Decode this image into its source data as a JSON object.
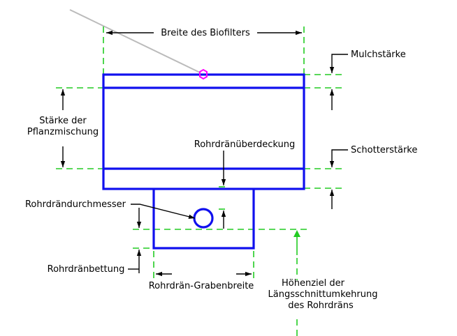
{
  "labels": {
    "width": "Breite des Biofilters",
    "mulch": "Mulchstärke",
    "plant_mix_1": "Stärke der",
    "plant_mix_2": "Pflanzmischung",
    "cover": "Rohrdränüberdeckung",
    "gravel": "Schotterstärke",
    "diameter": "Rohrdrändurchmesser",
    "bedding": "Rohrdränbettung",
    "trench": "Rohrdrän-Grabenbreite",
    "invert_1": "Höhenziel der",
    "invert_2": "Längsschnittumkehrung",
    "invert_3": "des Rohrdräns"
  },
  "colors": {
    "outline": "#1010ee",
    "dimension": "#22cc22",
    "leader": "#000000",
    "marker": "#ff00ff",
    "pointer": "#bbbbbb"
  }
}
